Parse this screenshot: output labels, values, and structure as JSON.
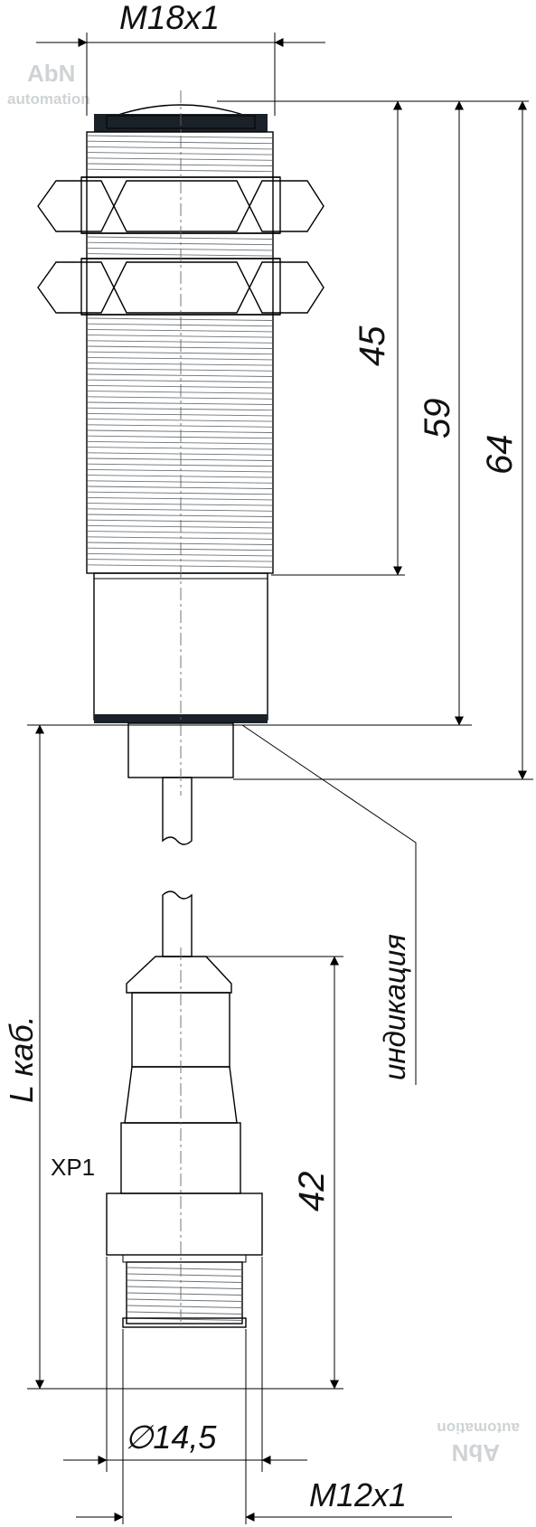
{
  "watermarks": {
    "brand": "AbN",
    "sub": "automation"
  },
  "dimensions": {
    "thread_top": "M18x1",
    "len_45": "45",
    "len_59": "59",
    "len_64": "64",
    "cable_length": "L каб.",
    "indication": "индикация",
    "connector_label": "XP1",
    "connector_length": "42",
    "connector_diameter": "14,5",
    "diameter_symbol": "∅",
    "thread_bottom": "M12x1"
  },
  "colors": {
    "metal_dark": "#8c9499",
    "metal_light": "#eef1f2",
    "nut": "#c9cfd2",
    "led_cap": "#1d2430",
    "outline": "#000000"
  }
}
